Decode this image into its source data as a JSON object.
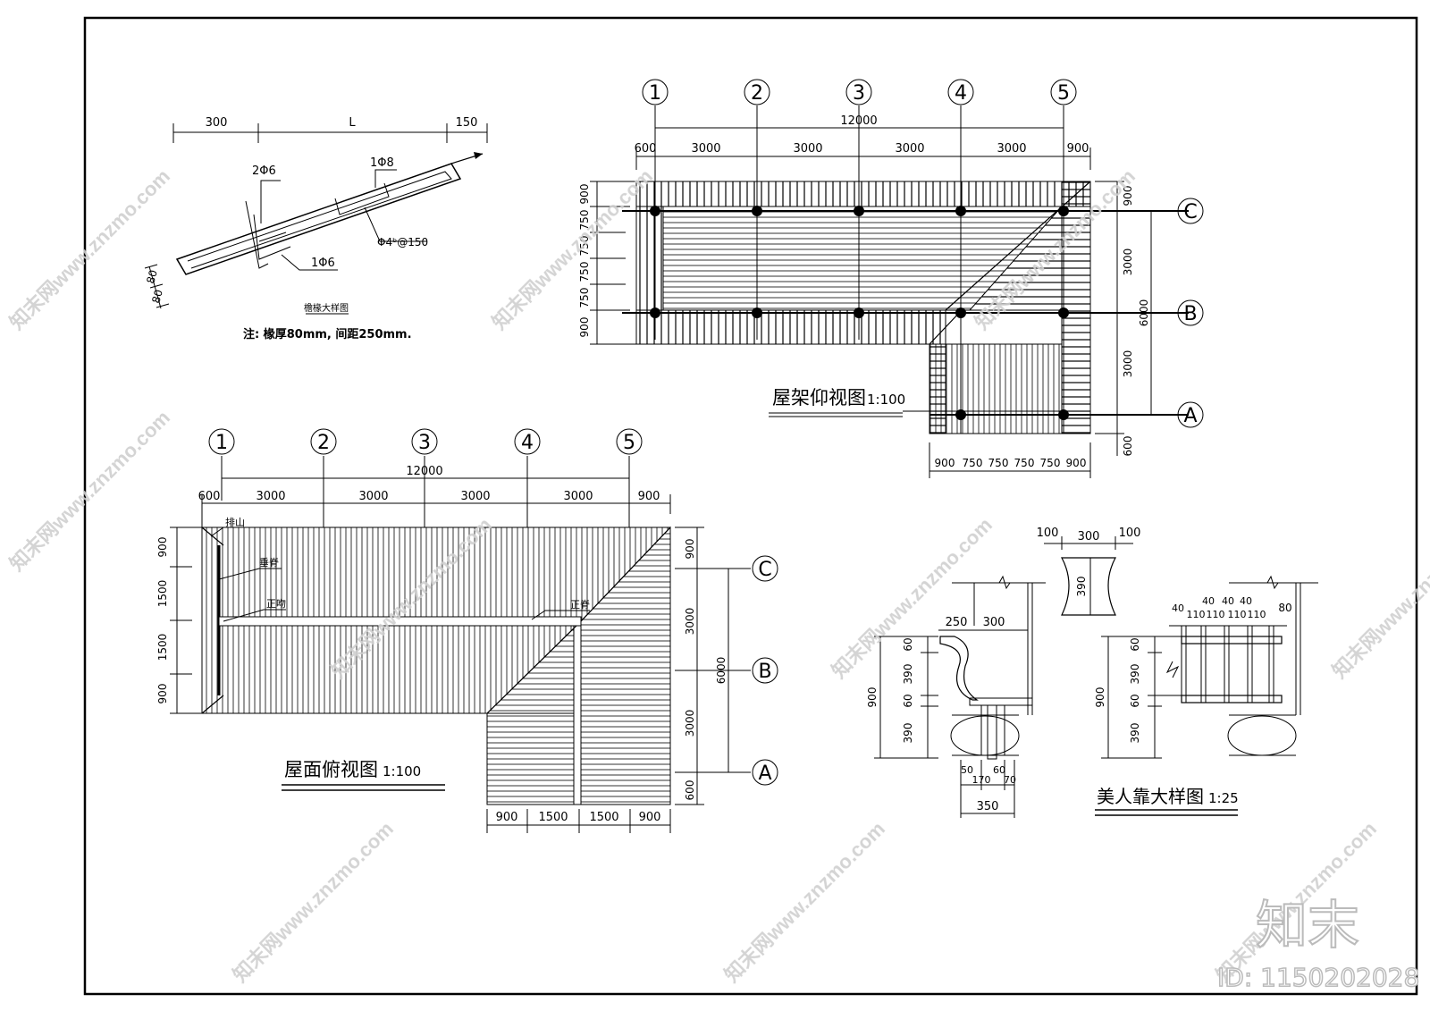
{
  "eave_detail": {
    "dims_top": [
      "300",
      "L",
      "150"
    ],
    "rebar_labels": [
      "2Φ6",
      "1Φ8",
      "Φ4ᵇ@150",
      "1Φ6"
    ],
    "dims_side": [
      "80",
      "80"
    ],
    "title": "檐椽大样图",
    "note": "注: 椽厚80mm, 间距250mm."
  },
  "roof_frame_plan": {
    "axis_numbers": [
      "1",
      "2",
      "3",
      "4",
      "5"
    ],
    "axis_letters": [
      "C",
      "B",
      "A"
    ],
    "total_dim": "12000",
    "top_dims": [
      "600",
      "3000",
      "3000",
      "3000",
      "3000",
      "900"
    ],
    "left_dims": [
      "900",
      "750",
      "750",
      "750",
      "750",
      "900"
    ],
    "right_dims": [
      "900",
      "3000",
      "3000",
      "600"
    ],
    "right_total": "6000",
    "bottom_dims": [
      "900",
      "750",
      "750",
      "750",
      "750",
      "900"
    ],
    "title": "屋架仰视图",
    "scale": "1:100"
  },
  "roof_plan": {
    "axis_numbers": [
      "1",
      "2",
      "3",
      "4",
      "5"
    ],
    "axis_letters": [
      "C",
      "B",
      "A"
    ],
    "total_dim": "12000",
    "top_dims": [
      "600",
      "3000",
      "3000",
      "3000",
      "3000",
      "900"
    ],
    "left_dims": [
      "900",
      "1500",
      "1500",
      "900"
    ],
    "right_dims": [
      "900",
      "3000",
      "3000",
      "600"
    ],
    "right_total": "6000",
    "bottom_dims": [
      "900",
      "1500",
      "1500",
      "900"
    ],
    "annotations": [
      "排山",
      "垂脊",
      "正吻",
      "正脊"
    ],
    "title": "屋面俯视图",
    "scale": "1:100"
  },
  "bench_detail": {
    "top_dims": [
      "100",
      "300",
      "100"
    ],
    "section_dim": "390",
    "left_top_dims": [
      "250",
      "300"
    ],
    "left_side_dims": [
      "60",
      "390",
      "60",
      "390"
    ],
    "left_total": "900",
    "left_bottom_dims": [
      "50",
      "170",
      "60",
      "70"
    ],
    "left_bottom_total": "350",
    "right_top_dims": [
      "40",
      "110",
      "40",
      "110",
      "40",
      "110",
      "40",
      "110",
      "80"
    ],
    "right_side_dims": [
      "60",
      "390",
      "60",
      "390"
    ],
    "right_total": "900",
    "title": "美人靠大样图",
    "scale": "1:25"
  },
  "watermark": {
    "brand": "知末",
    "id_text": "ID: 1150202028",
    "site": "知末网www.znzmo.com"
  }
}
